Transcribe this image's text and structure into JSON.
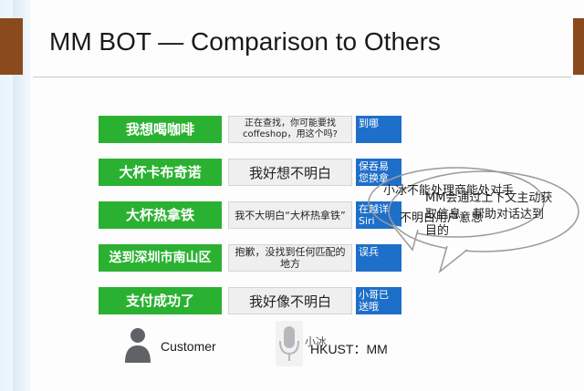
{
  "title": "MM BOT — Comparison to Others",
  "rows": [
    {
      "request": "我想喝咖啡",
      "reply": "正在查找，你可能要找coffeshop，用这个吗?",
      "blue": "到哪"
    },
    {
      "request": "大杯卡布奇诺",
      "reply": "我好想不明白",
      "blue": "保吞易 您换拿"
    },
    {
      "request": "大杯热拿铁",
      "reply": "我不大明白“大杯热拿铁”",
      "blue": "在越详 Siri"
    },
    {
      "request": "送到深圳市南山区",
      "reply": "抱歉，没找到任何匹配的地方",
      "blue": "误兵"
    },
    {
      "request": "支付成功了",
      "reply": "我好像不明白",
      "blue": "小哥已 送哦"
    }
  ],
  "bubbles": {
    "bubble1_line1": "小冰不能处理商能处对手",
    "bubble1_line2": "不明白用户意思",
    "bubble2_line1": "MM会通过上下文主动获",
    "bubble2_line2": "取信息，帮助对话达到",
    "bubble2_line3": "目的"
  },
  "footer": {
    "customer_label": "Customer",
    "mic_overlay": "小冰",
    "hkust_label": "HKUST：MM"
  },
  "colors": {
    "green": "#2bb131",
    "blue": "#1e6fc9",
    "brown": "#8b4a1e",
    "gray": "#efefef"
  },
  "icons": {
    "customer": "person-icon",
    "microphone": "microphone-icon"
  }
}
